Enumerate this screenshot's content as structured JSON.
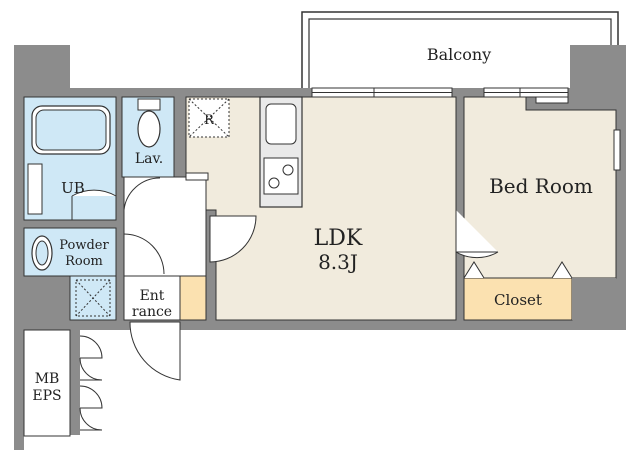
{
  "rooms": {
    "balcony": "Balcony",
    "bedroom": "Bed Room",
    "ldk_name": "LDK",
    "ldk_size": "8.3J",
    "closet": "Closet",
    "unit_bath": "UB",
    "lavatory": "Lav.",
    "powder_line1": "Powder",
    "powder_line2": "Room",
    "entrance_line1": "Ent",
    "entrance_line2": "rance",
    "mb_line1": "MB",
    "mb_line2": "EPS",
    "fridge_mark": "R"
  },
  "colors": {
    "wall": "#8c8c8c",
    "ldk_floor": "#f1ebdd",
    "wet_area": "#cfe8f6",
    "closet": "#fbe1b0",
    "line": "#333333"
  }
}
